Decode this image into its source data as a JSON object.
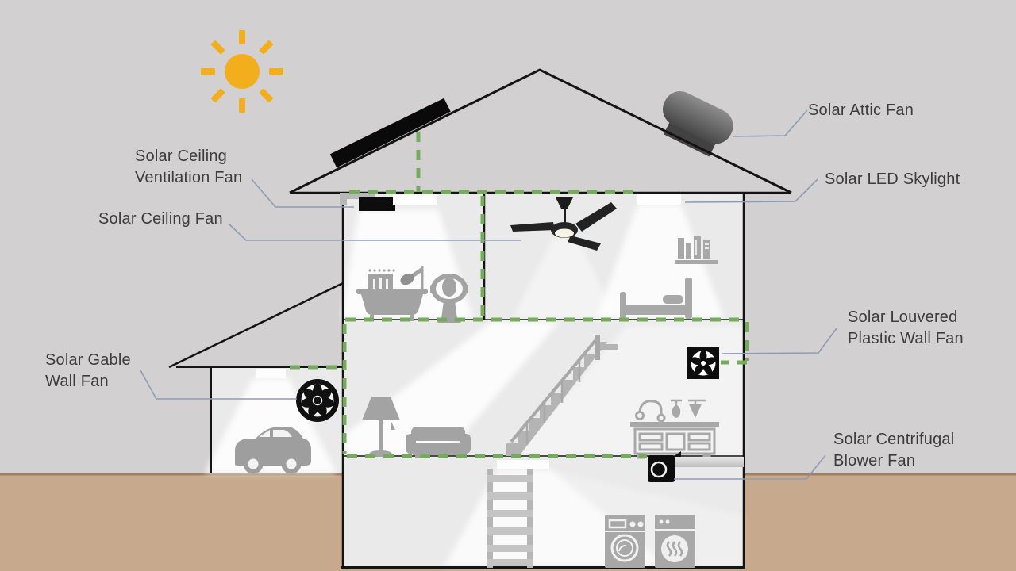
{
  "title": "Solar powered home ventilation products diagram",
  "colors": {
    "background": "#d3d0d1",
    "ground": "#c7a98d",
    "ground_line": "#a57f5a",
    "outline": "#141414",
    "airflow_dash_green": "#76aa5c",
    "leader_line": "#8d9cb6",
    "label_text": "#3d3d3d",
    "icon_gray": "#a3a3a3",
    "sun_yellow": "#f2ae1c"
  },
  "diagram": {
    "labels": [
      {
        "id": "attic-fan",
        "text": "Solar Attic Fan"
      },
      {
        "id": "led-skylight",
        "text": "Solar LED Skylight"
      },
      {
        "id": "ceiling-ventilation-fan",
        "text": "Solar Ceiling\nVentilation Fan"
      },
      {
        "id": "ceiling-fan",
        "text": "Solar Ceiling Fan"
      },
      {
        "id": "gable-wall-fan",
        "text": "Solar Gable\nWall Fan"
      },
      {
        "id": "louvered-wall-fan",
        "text": "Solar Louvered\nPlastic Wall Fan"
      },
      {
        "id": "centrifugal-blower-fan",
        "text": "Solar Centrifugal\nBlower Fan"
      }
    ],
    "icons": [
      "sun-icon",
      "solar-panel-icon",
      "attic-fan-icon",
      "led-skylight-icon",
      "ceiling-ventilation-fan-icon",
      "ceiling-fan-icon",
      "books-icon",
      "bed-icon",
      "bathtub-shower-icon",
      "toilet-icon",
      "louvered-wall-fan-icon",
      "gable-wall-fan-icon",
      "car-icon",
      "floor-lamp-icon",
      "sofa-icon",
      "stairs-icon",
      "kitchen-sink-icon",
      "centrifugal-blower-icon",
      "ladder-icon",
      "washing-machine-icon",
      "dryer-icon",
      "garage-light-icon",
      "basement-light-icon"
    ]
  }
}
